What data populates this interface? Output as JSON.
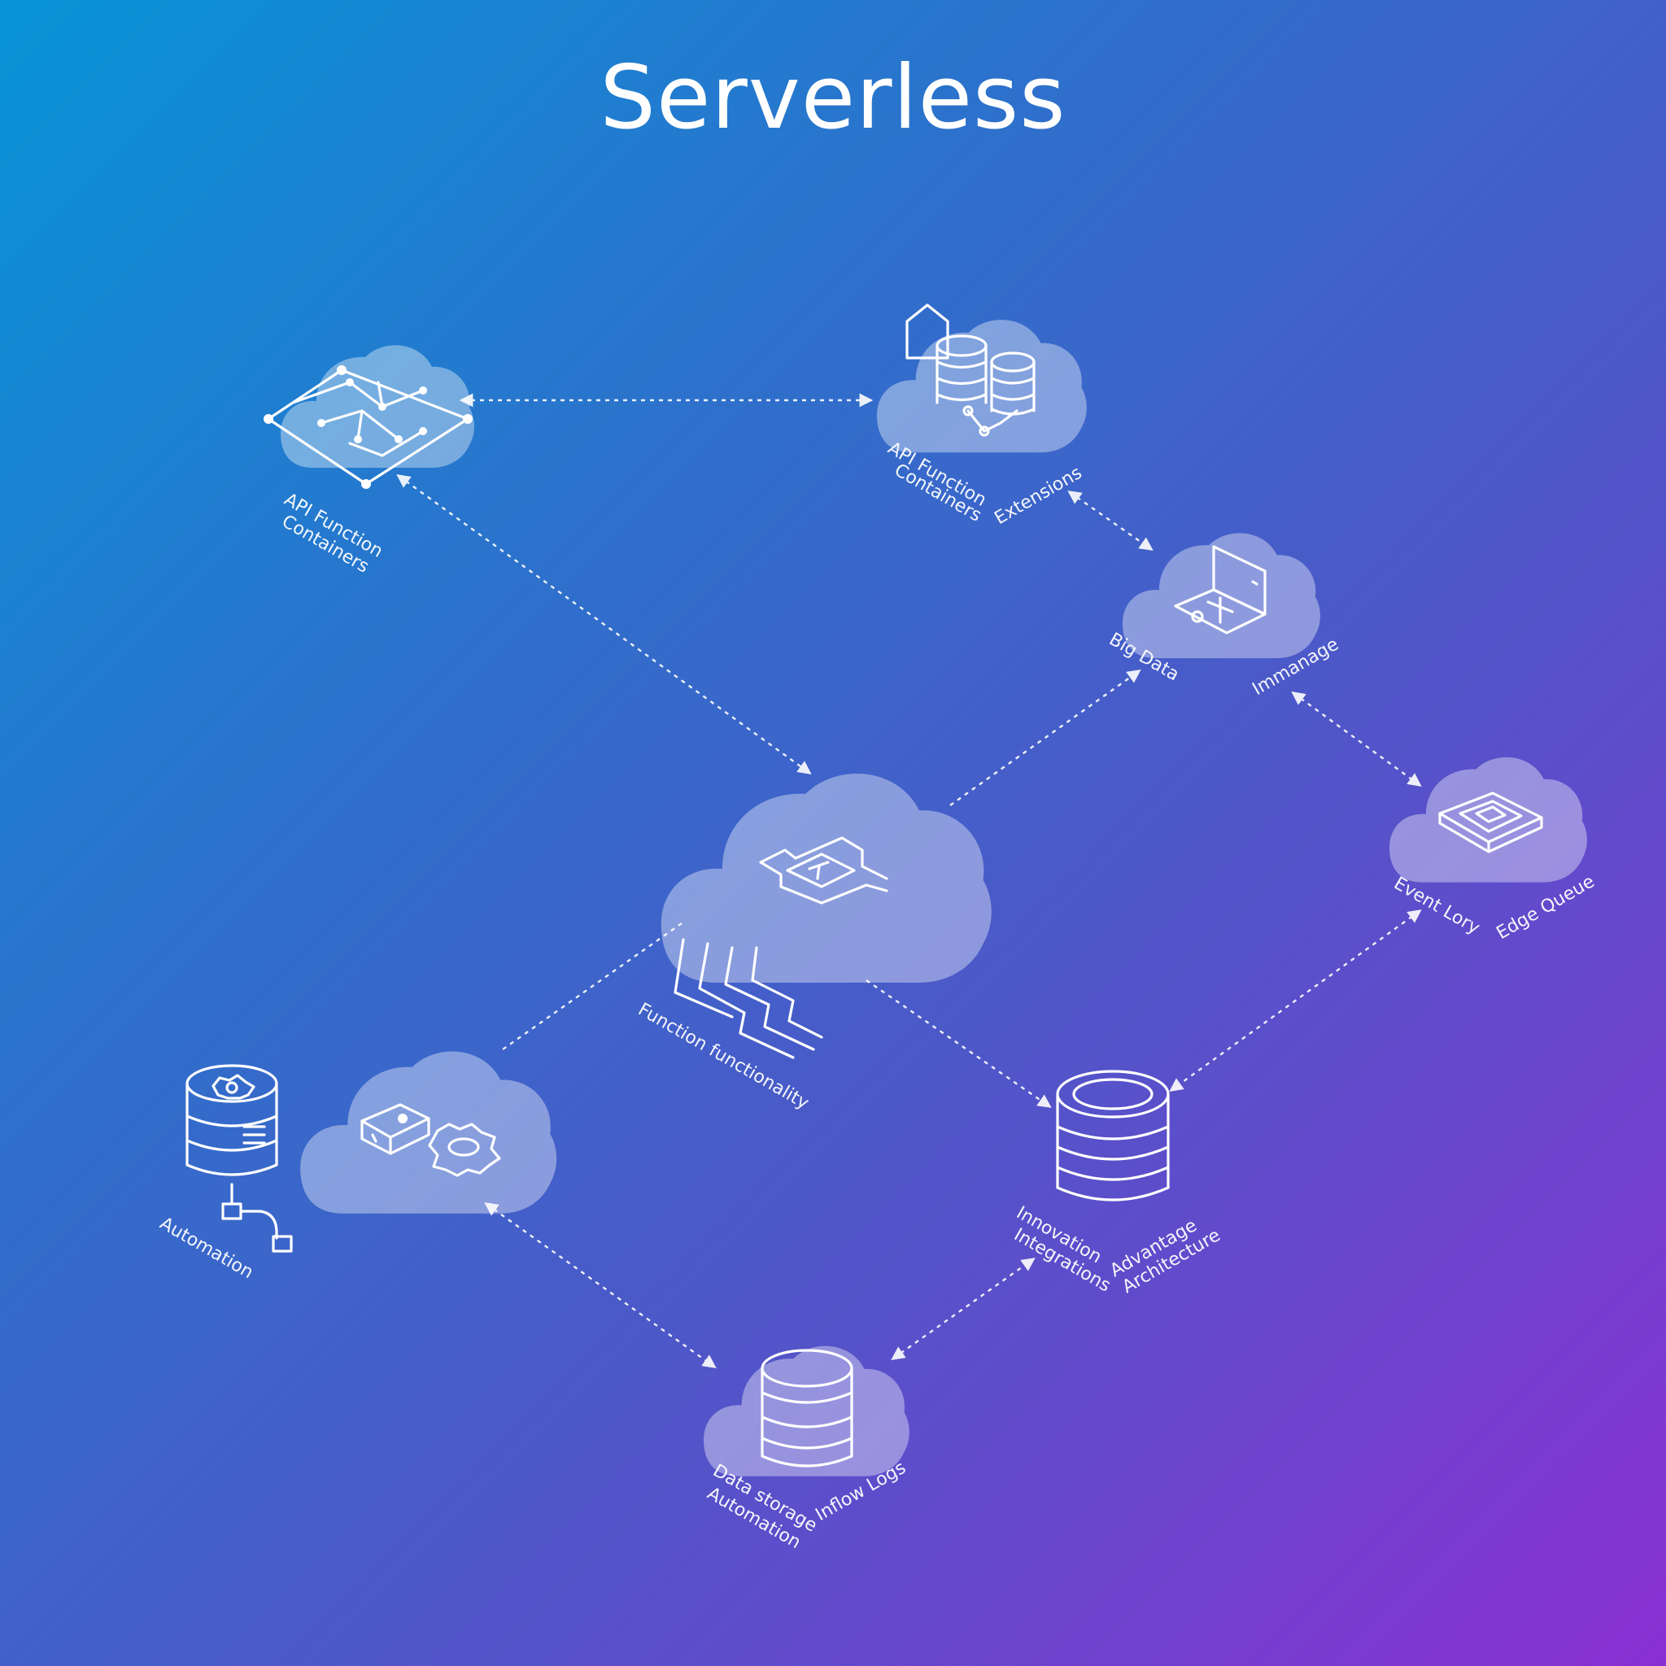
{
  "title": "Serverless",
  "nodes": {
    "api_gateway": {
      "label_1": "API Function",
      "label_2": "Containers",
      "icon": "circuit-network-icon"
    },
    "data_services": {
      "label_1": "API Function",
      "label_2": "Containers",
      "label_3": "Extensions",
      "icon": "database-stack-icon"
    },
    "code_storage": {
      "label_1": "Big Data",
      "label_2": "Immanage",
      "icon": "laptop-code-icon"
    },
    "event_queue": {
      "label_1": "Event Lory",
      "label_2": "Edge Queue",
      "icon": "chip-layer-icon"
    },
    "function_core": {
      "label": "Function functionality",
      "icon": "function-connector-icon"
    },
    "automation": {
      "label": "Automation",
      "icon": "database-gear-icon"
    },
    "compute_tools": {
      "icon": "toolbox-gear-icon"
    },
    "storage_db": {
      "label_1": "Innovation",
      "label_2": "Integrations",
      "label_3": "Advantage",
      "label_4": "Architecture",
      "icon": "database-icon"
    },
    "data_lake": {
      "label_1": "Data storage",
      "label_2": "Automation",
      "label_3": "Inflow Logs",
      "icon": "database-cylinder-icon"
    }
  }
}
